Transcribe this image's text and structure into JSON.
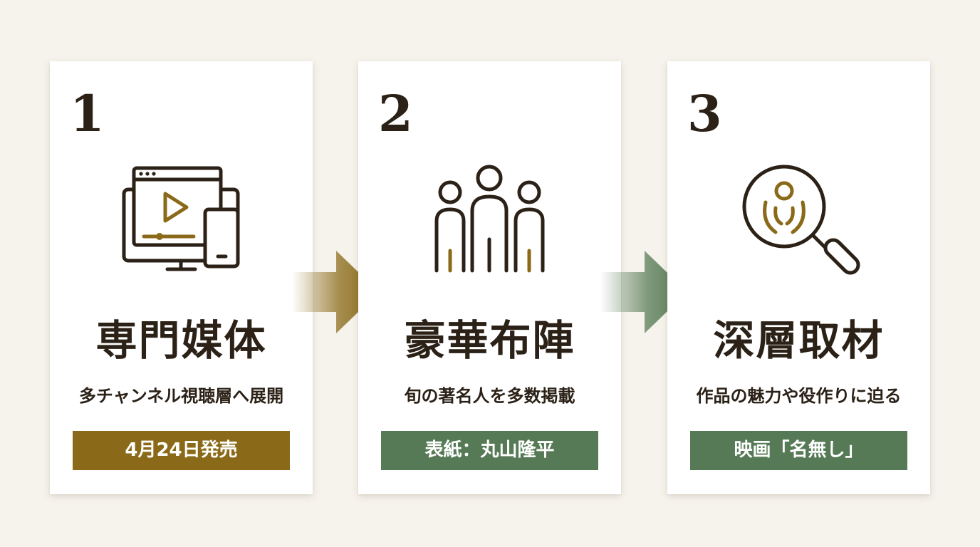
{
  "colors": {
    "background": "#f6f3ec",
    "text": "#2b2117",
    "gold": "#8a6a18",
    "green": "#567a55"
  },
  "steps": [
    {
      "number": "1",
      "icon": "video-devices-icon",
      "title": "専門媒体",
      "description": "多チャンネル視聴層へ展開",
      "badge": "4月24日発売",
      "badge_color": "#8a6a18"
    },
    {
      "number": "2",
      "icon": "people-group-icon",
      "title": "豪華布陣",
      "description": "旬の著名人を多数掲載",
      "badge": "表紙：丸山隆平",
      "badge_color": "#567a55"
    },
    {
      "number": "3",
      "icon": "magnifier-person-icon",
      "title": "深層取材",
      "description": "作品の魅力や役作りに迫る",
      "badge": "映画「名無し」",
      "badge_color": "#567a55"
    }
  ],
  "arrows": [
    {
      "icon": "arrow-right-icon",
      "color": "#8a6a18"
    },
    {
      "icon": "arrow-right-icon",
      "color": "#567a55"
    }
  ]
}
